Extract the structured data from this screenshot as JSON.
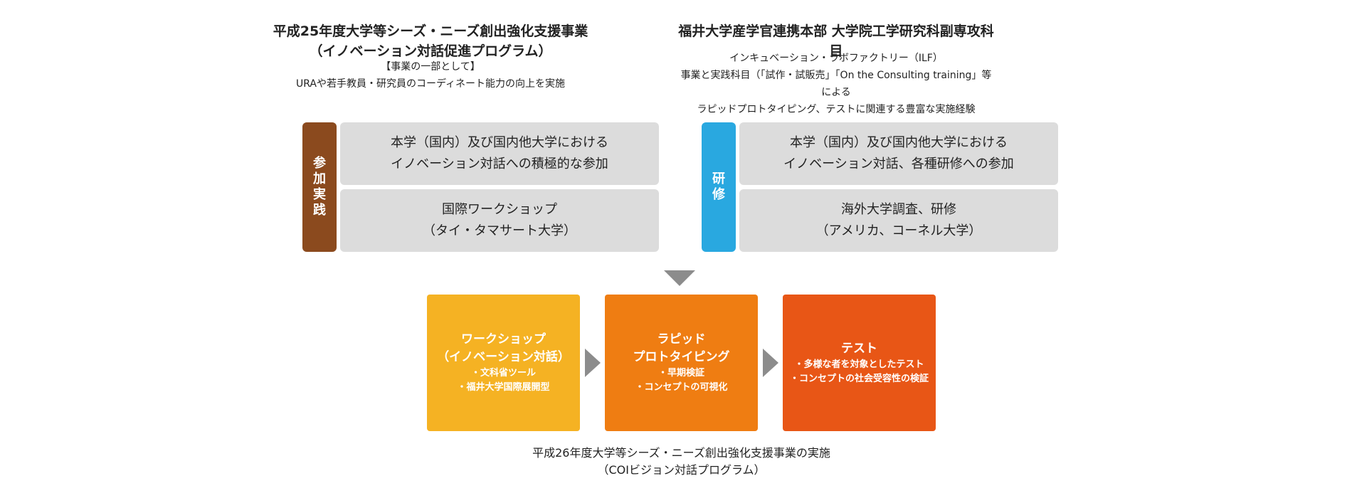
{
  "left": {
    "title_line1": "平成25年度大学等シーズ・ニーズ創出強化支援事業",
    "title_line2": "（イノベーション対話促進プログラム）",
    "note_line1": "【事業の一部として】",
    "note_line2": "URAや若手教員・研究員のコーディネート能力の向上を実施",
    "tag": "参加実践",
    "box1_line1": "本学（国内）及び国内他大学における",
    "box1_line2": "イノベーション対話への積極的な参加",
    "box2_line1": "国際ワークショップ",
    "box2_line2": "（タイ・タマサート大学）",
    "tag_color": "#8b4a1e"
  },
  "right": {
    "title": "福井大学産学官連携本部 大学院工学研究科副専攻科目",
    "note_line1": "インキュベーション・ラボファクトリー（ILF）",
    "note_line2": "事業と実践科目（「試作・試販売」「On the Consulting training」等による",
    "note_line3": "ラピッドプロトタイピング、テストに関連する豊富な実施経験",
    "tag": "研修",
    "box1_line1": "本学（国内）及び国内他大学における",
    "box1_line2": "イノベーション対話、各種研修への参加",
    "box2_line1": "海外大学調査、研修",
    "box2_line2": "（アメリカ、コーネル大学）",
    "tag_color": "#29a8e0"
  },
  "steps": [
    {
      "title_line1": "ワークショップ",
      "title_line2": "（イノベーション対話）",
      "bullets": [
        "・文科省ツール",
        "・福井大学国際展開型"
      ],
      "color": "#f5b223"
    },
    {
      "title_line1": "ラピッド",
      "title_line2": "プロトタイピング",
      "bullets": [
        "・早期検証",
        "・コンセプトの可視化"
      ],
      "color": "#ef7d12"
    },
    {
      "title_line1": "テスト",
      "title_line2": "",
      "bullets": [
        "・多様な者を対象としたテスト",
        "・コンセプトの社会受容性の検証"
      ],
      "color": "#e85616"
    }
  ],
  "footer": {
    "line1": "平成26年度大学等シーズ・ニーズ創出強化支援事業の実施",
    "line2": "（COIビジョン対話プログラム）"
  },
  "colors": {
    "box_gray": "#dcdcdc",
    "arrow_gray": "#8c8c8c"
  }
}
